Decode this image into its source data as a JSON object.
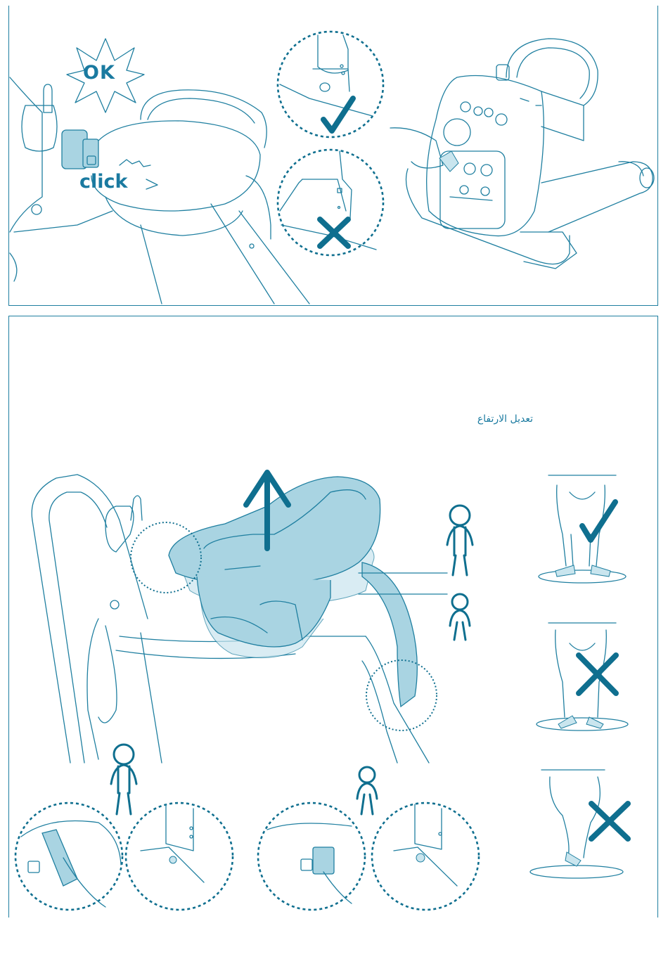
{
  "texts": {
    "ok": "OK",
    "click": "click",
    "height_adjust": "تعديل الارتفاع"
  },
  "icons": [
    "ok-burst-icon",
    "check-icon",
    "cross-icon",
    "child-figure-icon"
  ],
  "colors": {
    "line": "#1f7fa0",
    "accent_fill": "#a9d4e2",
    "mark": "#0f6f8f"
  }
}
